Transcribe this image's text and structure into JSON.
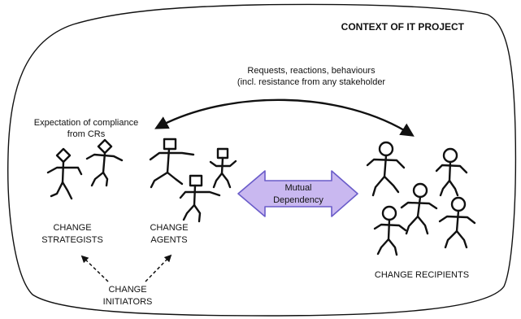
{
  "title": "CONTEXT OF IT PROJECT",
  "top_arrow_label": {
    "line1": "Requests, reactions, behaviours",
    "line2": "(incl. resistance from any stakeholder"
  },
  "expectation_label": {
    "line1": "Expectation of compliance",
    "line2": "from CRs"
  },
  "center_arrow_label": {
    "line1": "Mutual",
    "line2": "Dependency"
  },
  "groups": {
    "strategists": {
      "line1": "CHANGE",
      "line2": "STRATEGISTS"
    },
    "agents": {
      "line1": "CHANGE",
      "line2": "AGENTS"
    },
    "initiators": {
      "line1": "CHANGE",
      "line2": "INITIATORS"
    },
    "recipients": {
      "line1": "CHANGE RECIPIENTS"
    }
  },
  "colors": {
    "center_arrow_fill": "#c9b8f0",
    "center_arrow_stroke": "#6a5cc9",
    "ink": "#111111"
  }
}
